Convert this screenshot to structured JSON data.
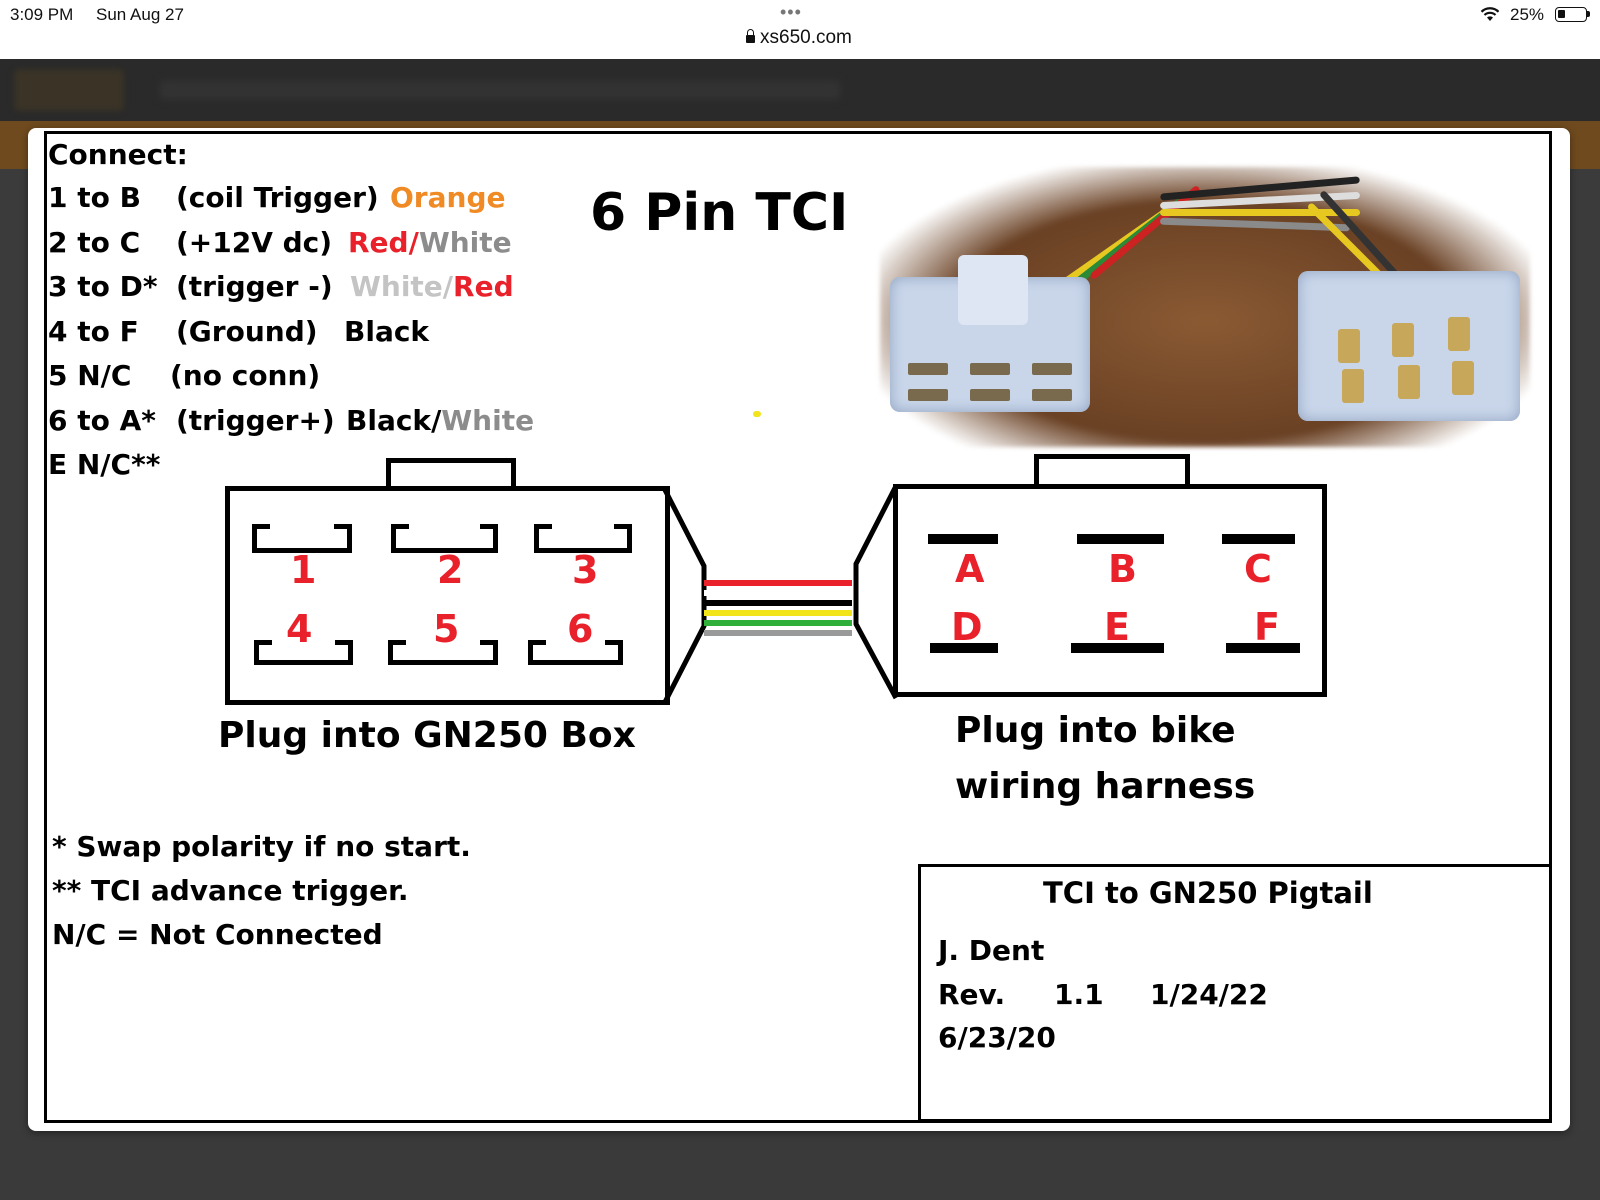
{
  "status_bar": {
    "time": "3:09 PM",
    "date": "Sun Aug 27",
    "dots": "•••",
    "url": "xs650.com",
    "battery": "25%"
  },
  "diagram": {
    "title": "6 Pin TCI",
    "connect_heading": "Connect:",
    "connections": [
      {
        "lead": "1 to B",
        "desc": "(coil Trigger)",
        "c1": "Orange",
        "sep": "",
        "c2": ""
      },
      {
        "lead": "2 to C",
        "desc": "(+12V dc)",
        "c1": "Red",
        "sep": "/",
        "c2": "White"
      },
      {
        "lead": "3 to D*",
        "desc": "(trigger -)",
        "c1": "White",
        "sep": "/",
        "c2": "Red"
      },
      {
        "lead": "4 to F",
        "desc": "(Ground)",
        "c1": "Black",
        "sep": "",
        "c2": ""
      },
      {
        "lead": "5 N/C",
        "desc": "(no conn)",
        "c1": "",
        "sep": "",
        "c2": ""
      },
      {
        "lead": "6 to A*",
        "desc": "(trigger+)",
        "c1": "Black",
        "sep": "/",
        "c2": "White"
      },
      {
        "lead": "E N/C**",
        "desc": "",
        "c1": "",
        "sep": "",
        "c2": ""
      }
    ],
    "left_connector": {
      "pins_top": [
        "1",
        "2",
        "3"
      ],
      "pins_bottom": [
        "4",
        "5",
        "6"
      ],
      "caption": "Plug into GN250 Box"
    },
    "right_connector": {
      "pins_top": [
        "A",
        "B",
        "C"
      ],
      "pins_bottom": [
        "D",
        "E",
        "F"
      ],
      "caption_line1": "Plug into bike",
      "caption_line2": "wiring harness"
    },
    "wire_colors": [
      "#e8212a",
      "#ffffff",
      "#000000",
      "#f2e41a",
      "#2fae3a",
      "#9a9a9a"
    ],
    "notes": [
      "* Swap polarity if no start.",
      "** TCI advance trigger.",
      "N/C = Not Connected"
    ],
    "title_block": {
      "heading": "TCI to GN250 Pigtail",
      "author": "J. Dent",
      "rev_label": "Rev.",
      "rev_number": "1.1",
      "rev_date": "1/24/22",
      "orig_date": "6/23/20"
    }
  },
  "colors": {
    "red": "#e8212a",
    "orange": "#f08a24",
    "grey": "#8c8c8c"
  }
}
